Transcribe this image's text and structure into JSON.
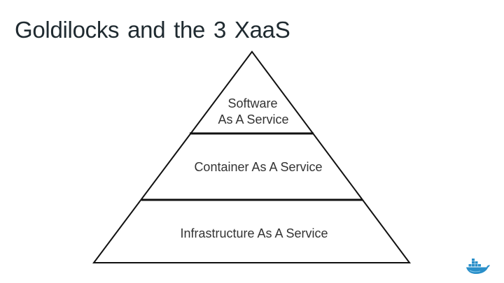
{
  "slide": {
    "title": "Goldilocks and the 3 XaaS"
  },
  "pyramid": {
    "tiers": [
      {
        "name": "top",
        "lines": [
          "Software",
          "As A Service"
        ]
      },
      {
        "name": "middle",
        "lines": [
          "Container As A Service"
        ]
      },
      {
        "name": "bottom",
        "lines": [
          "Infrastructure As A Service"
        ]
      }
    ]
  },
  "logo": {
    "icon": "docker-whale-icon",
    "color": "#2a8fc9"
  }
}
